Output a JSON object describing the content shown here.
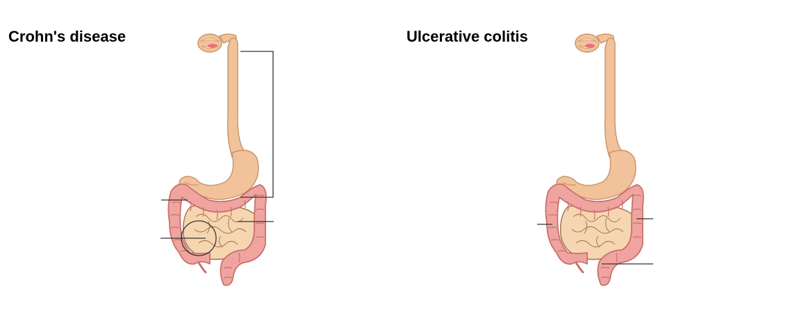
{
  "diagram": {
    "panels": [
      {
        "id": "crohns",
        "title": "Crohn's disease"
      },
      {
        "id": "uc",
        "title": "Ulcerative colitis"
      }
    ],
    "colors": {
      "digestive_tract": "#f2c39a",
      "tract_outline": "#c9966c",
      "colon": "#f0a49f",
      "colon_outline": "#c8706c",
      "small_intestine": "#f6d6b0",
      "small_intestine_outline": "#a07650",
      "label_line": "#333333",
      "mouth_inner": "#e9727a"
    }
  }
}
